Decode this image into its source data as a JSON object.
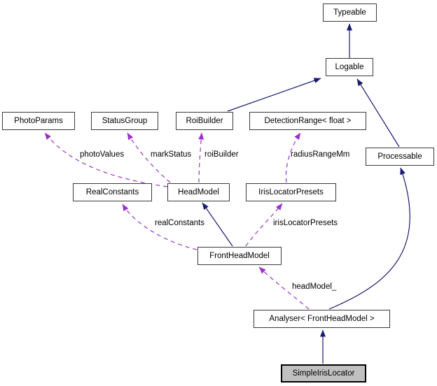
{
  "diagram_type": "uml-collaboration-graph",
  "nodes": [
    {
      "id": "typeable",
      "label": "Typeable"
    },
    {
      "id": "logable",
      "label": "Logable"
    },
    {
      "id": "photo-params",
      "label": "PhotoParams"
    },
    {
      "id": "status-group",
      "label": "StatusGroup"
    },
    {
      "id": "roi-builder",
      "label": "RoiBuilder"
    },
    {
      "id": "detection-range-float",
      "label": "DetectionRange< float >"
    },
    {
      "id": "processable",
      "label": "Processable"
    },
    {
      "id": "real-constants",
      "label": "RealConstants"
    },
    {
      "id": "head-model",
      "label": "HeadModel"
    },
    {
      "id": "iris-locator-presets",
      "label": "IrisLocatorPresets"
    },
    {
      "id": "front-head-model",
      "label": "FrontHeadModel"
    },
    {
      "id": "analyser-front-head-model",
      "label": "Analyser< FrontHeadModel >"
    },
    {
      "id": "simple-iris-locator",
      "label": "SimpleIrisLocator",
      "highlighted": true
    }
  ],
  "edges": [
    {
      "type": "inheritance",
      "from": "Logable",
      "to": "Typeable"
    },
    {
      "type": "inheritance",
      "from": "RoiBuilder",
      "to": "Logable"
    },
    {
      "type": "inheritance",
      "from": "Processable",
      "to": "Logable"
    },
    {
      "type": "inheritance",
      "from": "FrontHeadModel",
      "to": "HeadModel"
    },
    {
      "type": "inheritance",
      "from": "Analyser< FrontHeadModel >",
      "to": "Processable"
    },
    {
      "type": "inheritance",
      "from": "SimpleIrisLocator",
      "to": "Analyser< FrontHeadModel >"
    },
    {
      "type": "usage",
      "from": "HeadModel",
      "to": "PhotoParams",
      "label": "photoValues"
    },
    {
      "type": "usage",
      "from": "HeadModel",
      "to": "StatusGroup",
      "label": "markStatus"
    },
    {
      "type": "usage",
      "from": "HeadModel",
      "to": "RoiBuilder",
      "label": "roiBuilder"
    },
    {
      "type": "usage",
      "from": "IrisLocatorPresets",
      "to": "DetectionRange< float >",
      "label": "radiusRangeMm"
    },
    {
      "type": "usage",
      "from": "FrontHeadModel",
      "to": "RealConstants",
      "label": "realConstants"
    },
    {
      "type": "usage",
      "from": "FrontHeadModel",
      "to": "IrisLocatorPresets",
      "label": "irisLocatorPresets"
    },
    {
      "type": "usage",
      "from": "Analyser< FrontHeadModel >",
      "to": "FrontHeadModel",
      "label": "headModel_"
    }
  ],
  "colors": {
    "inheritance_edge": "#191970",
    "usage_edge": "#9a32cd",
    "node_fill": "#ffffff",
    "highlighted_node_fill": "#c0c0c0",
    "node_border": "#3a3a3a",
    "background": "#ffffff"
  }
}
